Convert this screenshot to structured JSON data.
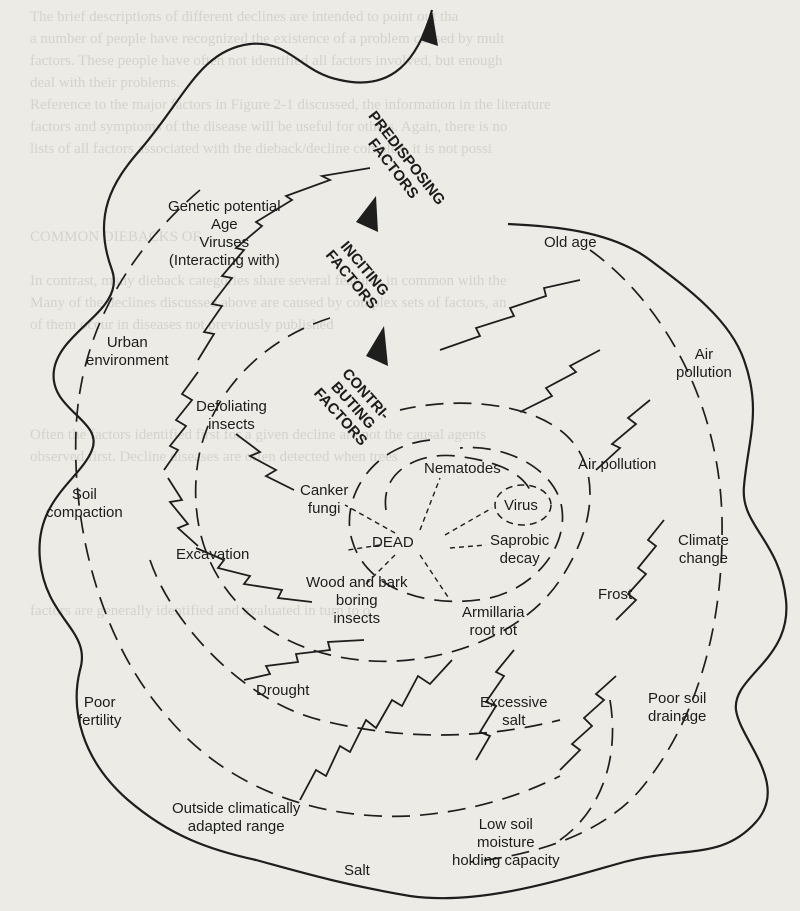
{
  "headers": {
    "predisposing": "PREDISPOSING\nFACTORS",
    "inciting": "INCITING\nFACTORS",
    "contributing": "CONTRI-\nBUTING\nFACTORS"
  },
  "center": {
    "dead": "DEAD"
  },
  "predisposing_factors": {
    "genetic": "Genetic potential\nAge\nViruses\n(Interacting with)",
    "urban": "Urban\nenvironment",
    "soil_compaction": "Soil\ncompaction",
    "poor_fertility": "Poor\nfertility",
    "outside_range": "Outside climatically\nadapted range",
    "salt": "Salt",
    "low_soil_moisture": "Low soil\nmoisture\nholding capacity",
    "poor_soil_drainage": "Poor soil\ndrainage",
    "climate_change": "Climate\nchange",
    "air_pollution_outer": "Air\npollution",
    "old_age": "Old age"
  },
  "inciting_factors": {
    "defoliating": "Defoliating\ninsects",
    "excavation": "Excavation",
    "drought": "Drought",
    "excessive_salt": "Excessive\nsalt",
    "frost": "Frost",
    "air_pollution_inner": "Air pollution"
  },
  "contributing_factors": {
    "canker": "Canker\nfungi",
    "nematodes": "Nematodes",
    "virus": "Virus",
    "saprobic": "Saprobic\ndecay",
    "wood_bark": "Wood and bark\nboring\ninsects",
    "armillaria": "Armillaria\nroot rot"
  },
  "background_text": {
    "lines": [
      "The brief descriptions of different declines are intended to point out tha",
      "a number of people have recognized the existence of a problem caused by mult",
      "factors. These people have often not identified all factors involved, but enough",
      "deal with their problems.",
      "Reference to the major factors in Figure 2-1 discussed, the information in the literature",
      "factors and symptoms of the disease will be useful for others. Again, there is no",
      "lists of all factors associated with the dieback/decline complex, it is not possi",
      "",
      "",
      "",
      "COMMON DIEBACKS OF",
      "",
      "In contrast, many dieback categories share several features in common with the",
      "Many of the declines discussed above are caused by complex sets of factors, an",
      "of them occur in diseases not previously published",
      "",
      "",
      "",
      "",
      "Often the factors identified first for a given decline are not the causal agents",
      "observed first. Decline diseases are often detected when trees",
      "",
      "",
      "",
      "",
      "",
      "",
      "factors are generally identified and evaluated in turn to o",
      "",
      "",
      "",
      "",
      "",
      "",
      "",
      "",
      "",
      "",
      "",
      "",
      ""
    ]
  },
  "colors": {
    "ink": "#1e1e1e",
    "paper": "#ecebe6",
    "bleed": "#d4d2cb"
  }
}
